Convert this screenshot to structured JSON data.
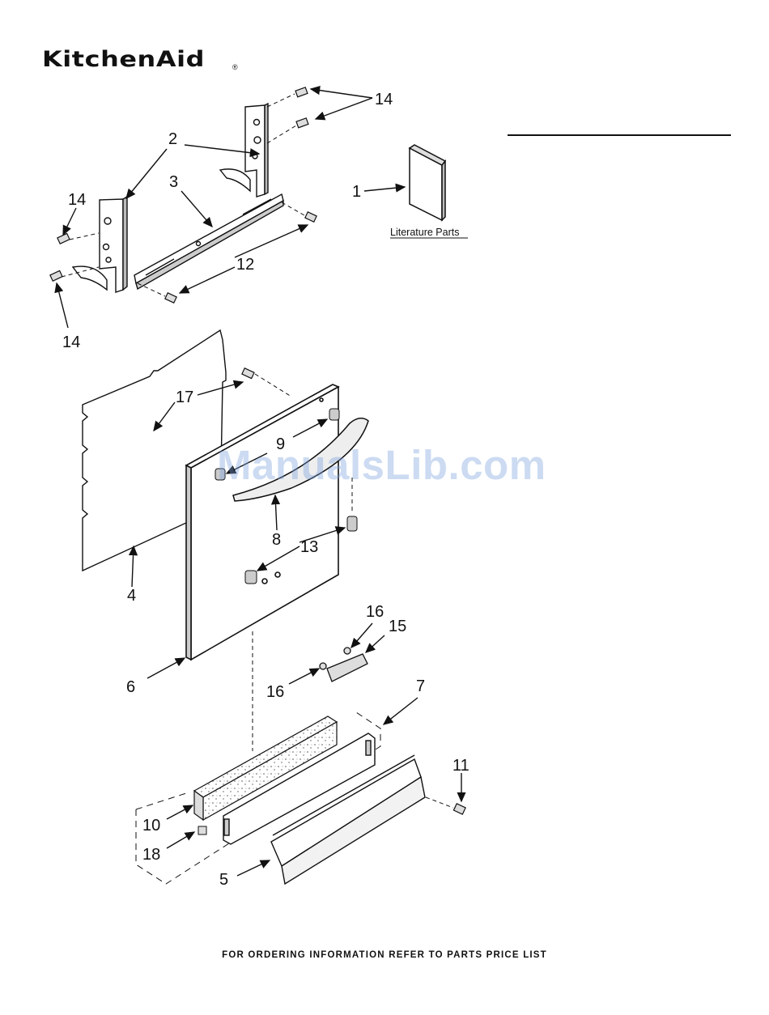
{
  "brand": {
    "name": "KitchenAid",
    "registered_mark": "®"
  },
  "watermark": "ManualsLib.com",
  "footer": "FOR ORDERING INFORMATION REFER TO PARTS PRICE LIST",
  "literature_label": "Literature Parts",
  "callouts": {
    "c1": "1",
    "c2": "2",
    "c3": "3",
    "c4": "4",
    "c5": "5",
    "c6": "6",
    "c7": "7",
    "c8": "8",
    "c9": "9",
    "c10": "10",
    "c11": "11",
    "c12": "12",
    "c13": "13",
    "c14a": "14",
    "c14b": "14",
    "c14c": "14",
    "c15": "15",
    "c16a": "16",
    "c16b": "16",
    "c17": "17",
    "c18": "18"
  }
}
